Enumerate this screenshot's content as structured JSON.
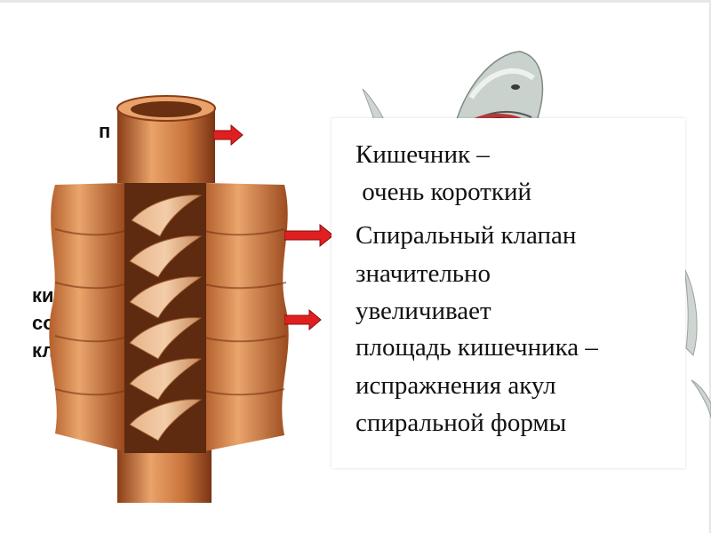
{
  "text_box": {
    "lines": [
      "Кишечник –",
      " очень короткий",
      "Спиральный клапан",
      "значительно",
      "увеличивает",
      "площадь кишечника –",
      "испражнения акул",
      "спиральной формы"
    ]
  },
  "hidden_labels": {
    "top": "п",
    "left": [
      "ки",
      "со",
      "кл"
    ]
  },
  "colors": {
    "arrow": "#e02020",
    "intestine": "#c8733a",
    "intestine_dark": "#6b2f12",
    "text": "#111111"
  }
}
